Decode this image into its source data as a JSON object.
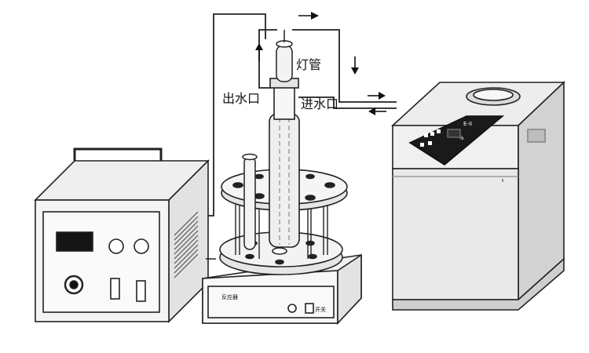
{
  "labels": {
    "lamp": "灯管",
    "water_out": "出水口",
    "water_in": "进水口"
  },
  "device_text": {
    "stirrer_name": "反应器",
    "stirrer_switch": "开关",
    "chiller_top": "E-II",
    "chiller_unit": "%"
  },
  "icons": [
    "arrow-up-icon",
    "arrow-right-icon",
    "arrow-down-icon",
    "arrow-left-icon"
  ],
  "colors": {
    "line": "#111111",
    "body_gray": "#d8d8d8",
    "panel_dark": "#1a1a1a"
  }
}
